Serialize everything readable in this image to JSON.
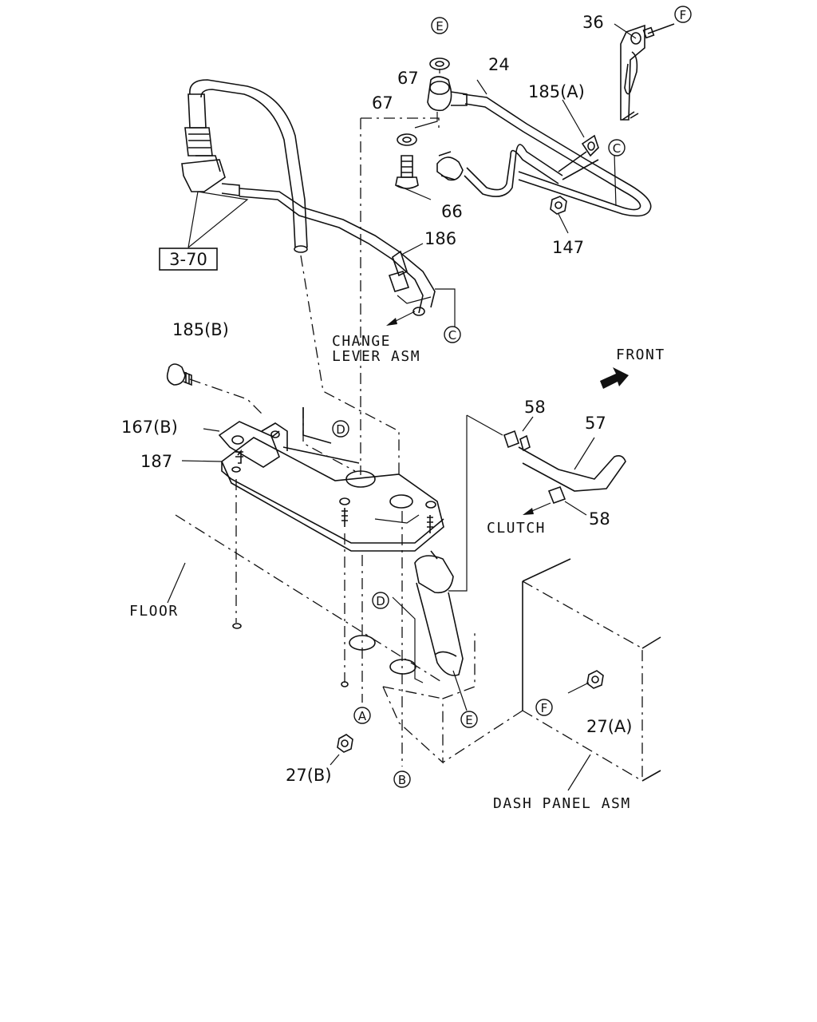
{
  "labels": {
    "p36": "36",
    "p24": "24",
    "p67a": "67",
    "p67b": "67",
    "p185a": "185(A)",
    "p66": "66",
    "p147": "147",
    "p186": "186",
    "p185b": "185(B)",
    "p167b": "167(B)",
    "p187": "187",
    "p58a": "58",
    "p57": "57",
    "p58b": "58",
    "p27a": "27(A)",
    "p27b": "27(B)"
  },
  "ref_box": "3-70",
  "notes": {
    "change_lever_line1": "CHANGE",
    "change_lever_line2": "LEVER ASM",
    "front": "FRONT",
    "clutch": "CLUTCH",
    "floor": "FLOOR",
    "dash_panel": "DASH PANEL ASM"
  },
  "circled_refs": {
    "e_top": "E",
    "f_top": "F",
    "c_right": "C",
    "c_mid": "C",
    "d_bracket": "D",
    "d_lower": "D",
    "a": "A",
    "b": "B",
    "e_lower": "E",
    "f_lower": "F"
  }
}
